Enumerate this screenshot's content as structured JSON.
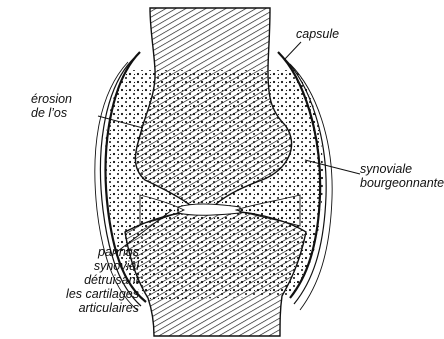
{
  "labels": {
    "capsule": "capsule",
    "erosion": [
      "érosion",
      "de l’os"
    ],
    "synoviale": [
      "synoviale",
      "bourgeonnante"
    ],
    "pannus": [
      "pannus",
      "synovial",
      "détruisant",
      "les cartilages",
      "articulaires"
    ]
  },
  "colors": {
    "ink": "#111111",
    "background": "#ffffff"
  }
}
